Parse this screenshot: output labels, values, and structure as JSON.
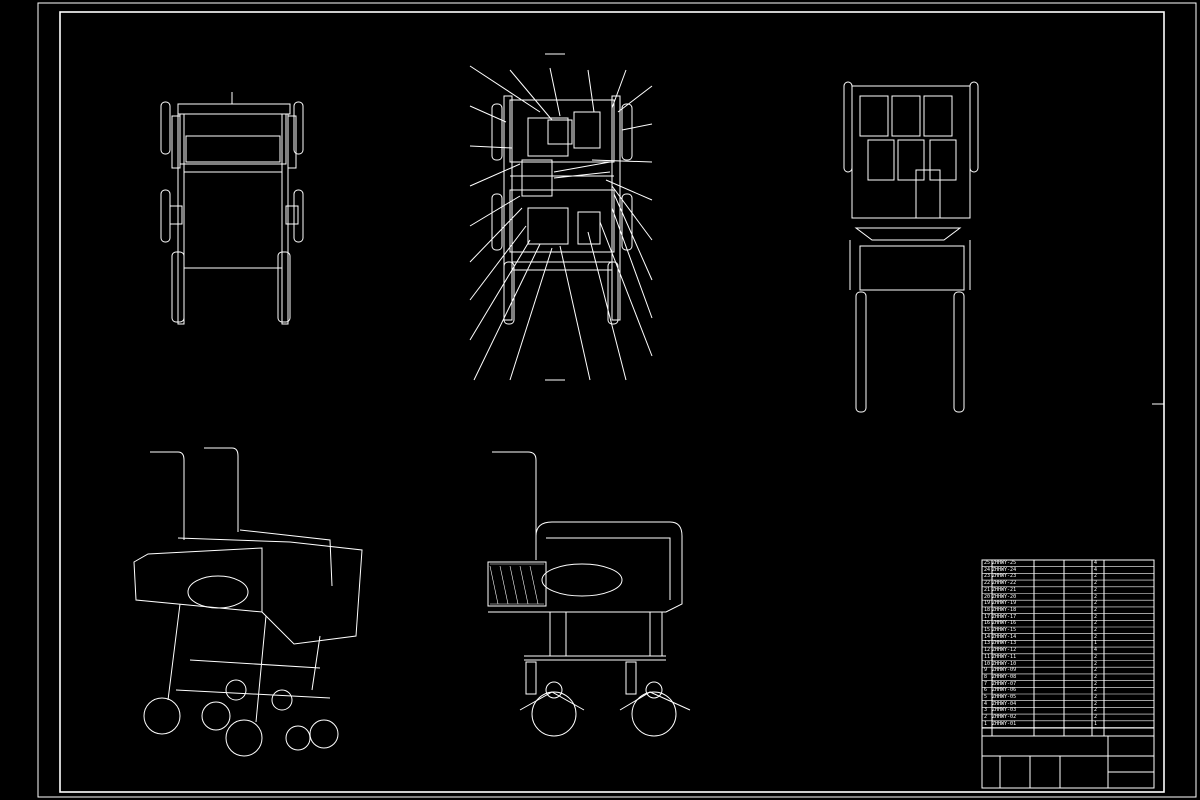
{
  "drawing": {
    "background": "#000000",
    "line_color": "#ffffff"
  },
  "views": [
    {
      "name": "front-view"
    },
    {
      "name": "top-view"
    },
    {
      "name": "side-view"
    },
    {
      "name": "isometric-view"
    },
    {
      "name": "section-view"
    }
  ],
  "bom": {
    "rows": [
      {
        "idx": "25",
        "code": "ZHHWY-25",
        "name": "",
        "mat": "",
        "qty": "4",
        "note": ""
      },
      {
        "idx": "24",
        "code": "ZHHWY-24",
        "name": "",
        "mat": "",
        "qty": "4",
        "note": ""
      },
      {
        "idx": "23",
        "code": "ZHHWY-23",
        "name": "",
        "mat": "",
        "qty": "2",
        "note": ""
      },
      {
        "idx": "22",
        "code": "ZHHWY-22",
        "name": "",
        "mat": "",
        "qty": "2",
        "note": ""
      },
      {
        "idx": "21",
        "code": "ZHHWY-21",
        "name": "",
        "mat": "",
        "qty": "2",
        "note": ""
      },
      {
        "idx": "20",
        "code": "ZHHWY-20",
        "name": "",
        "mat": "",
        "qty": "2",
        "note": ""
      },
      {
        "idx": "19",
        "code": "ZHHWY-19",
        "name": "",
        "mat": "",
        "qty": "2",
        "note": ""
      },
      {
        "idx": "18",
        "code": "ZHHWY-18",
        "name": "",
        "mat": "",
        "qty": "2",
        "note": ""
      },
      {
        "idx": "17",
        "code": "ZHHWY-17",
        "name": "",
        "mat": "",
        "qty": "2",
        "note": ""
      },
      {
        "idx": "16",
        "code": "ZHHWY-16",
        "name": "",
        "mat": "",
        "qty": "2",
        "note": ""
      },
      {
        "idx": "15",
        "code": "ZHHWY-15",
        "name": "",
        "mat": "",
        "qty": "2",
        "note": ""
      },
      {
        "idx": "14",
        "code": "ZHHWY-14",
        "name": "",
        "mat": "",
        "qty": "2",
        "note": ""
      },
      {
        "idx": "13",
        "code": "ZHHWY-13",
        "name": "",
        "mat": "",
        "qty": "1",
        "note": ""
      },
      {
        "idx": "12",
        "code": "ZHHWY-12",
        "name": "",
        "mat": "",
        "qty": "4",
        "note": ""
      },
      {
        "idx": "11",
        "code": "ZHHWY-11",
        "name": "",
        "mat": "",
        "qty": "2",
        "note": ""
      },
      {
        "idx": "10",
        "code": "ZHHWY-10",
        "name": "",
        "mat": "",
        "qty": "2",
        "note": ""
      },
      {
        "idx": "9",
        "code": "ZHHWY-09",
        "name": "",
        "mat": "",
        "qty": "2",
        "note": ""
      },
      {
        "idx": "8",
        "code": "ZHHWY-08",
        "name": "",
        "mat": "",
        "qty": "2",
        "note": ""
      },
      {
        "idx": "7",
        "code": "ZHHWY-07",
        "name": "",
        "mat": "",
        "qty": "2",
        "note": ""
      },
      {
        "idx": "6",
        "code": "ZHHWY-06",
        "name": "",
        "mat": "",
        "qty": "2",
        "note": ""
      },
      {
        "idx": "5",
        "code": "ZHHWY-05",
        "name": "",
        "mat": "",
        "qty": "2",
        "note": ""
      },
      {
        "idx": "4",
        "code": "ZHHWY-04",
        "name": "",
        "mat": "",
        "qty": "2",
        "note": ""
      },
      {
        "idx": "3",
        "code": "ZHHWY-03",
        "name": "",
        "mat": "",
        "qty": "2",
        "note": ""
      },
      {
        "idx": "2",
        "code": "ZHHWY-02",
        "name": "",
        "mat": "",
        "qty": "2",
        "note": ""
      },
      {
        "idx": "1",
        "code": "ZHHWY-01",
        "name": "",
        "mat": "",
        "qty": "1",
        "note": ""
      }
    ]
  },
  "title_block": {
    "drawing_title": "",
    "sheet": ""
  }
}
